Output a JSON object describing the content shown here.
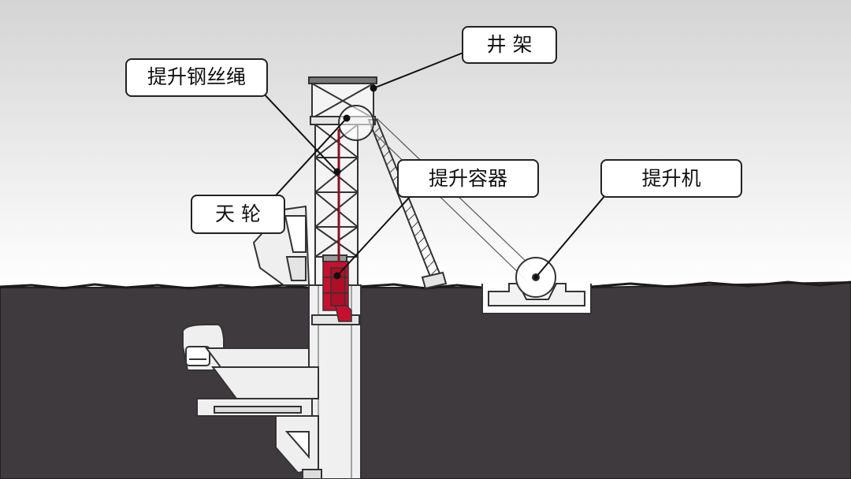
{
  "labels": {
    "headframe": "井 架",
    "rope": "提升钢丝绳",
    "sheave": "天 轮",
    "skip": "提升容器",
    "hoist": "提升机"
  },
  "colors": {
    "sky_top": "#d6d6d6",
    "sky_bottom": "#ffffff",
    "ground": "#3f3a3d",
    "structure_fill": "#f2f2f2",
    "structure_stroke": "#333333",
    "container": "#c8102e",
    "rope": "#8a1020",
    "leader": "#111111"
  }
}
